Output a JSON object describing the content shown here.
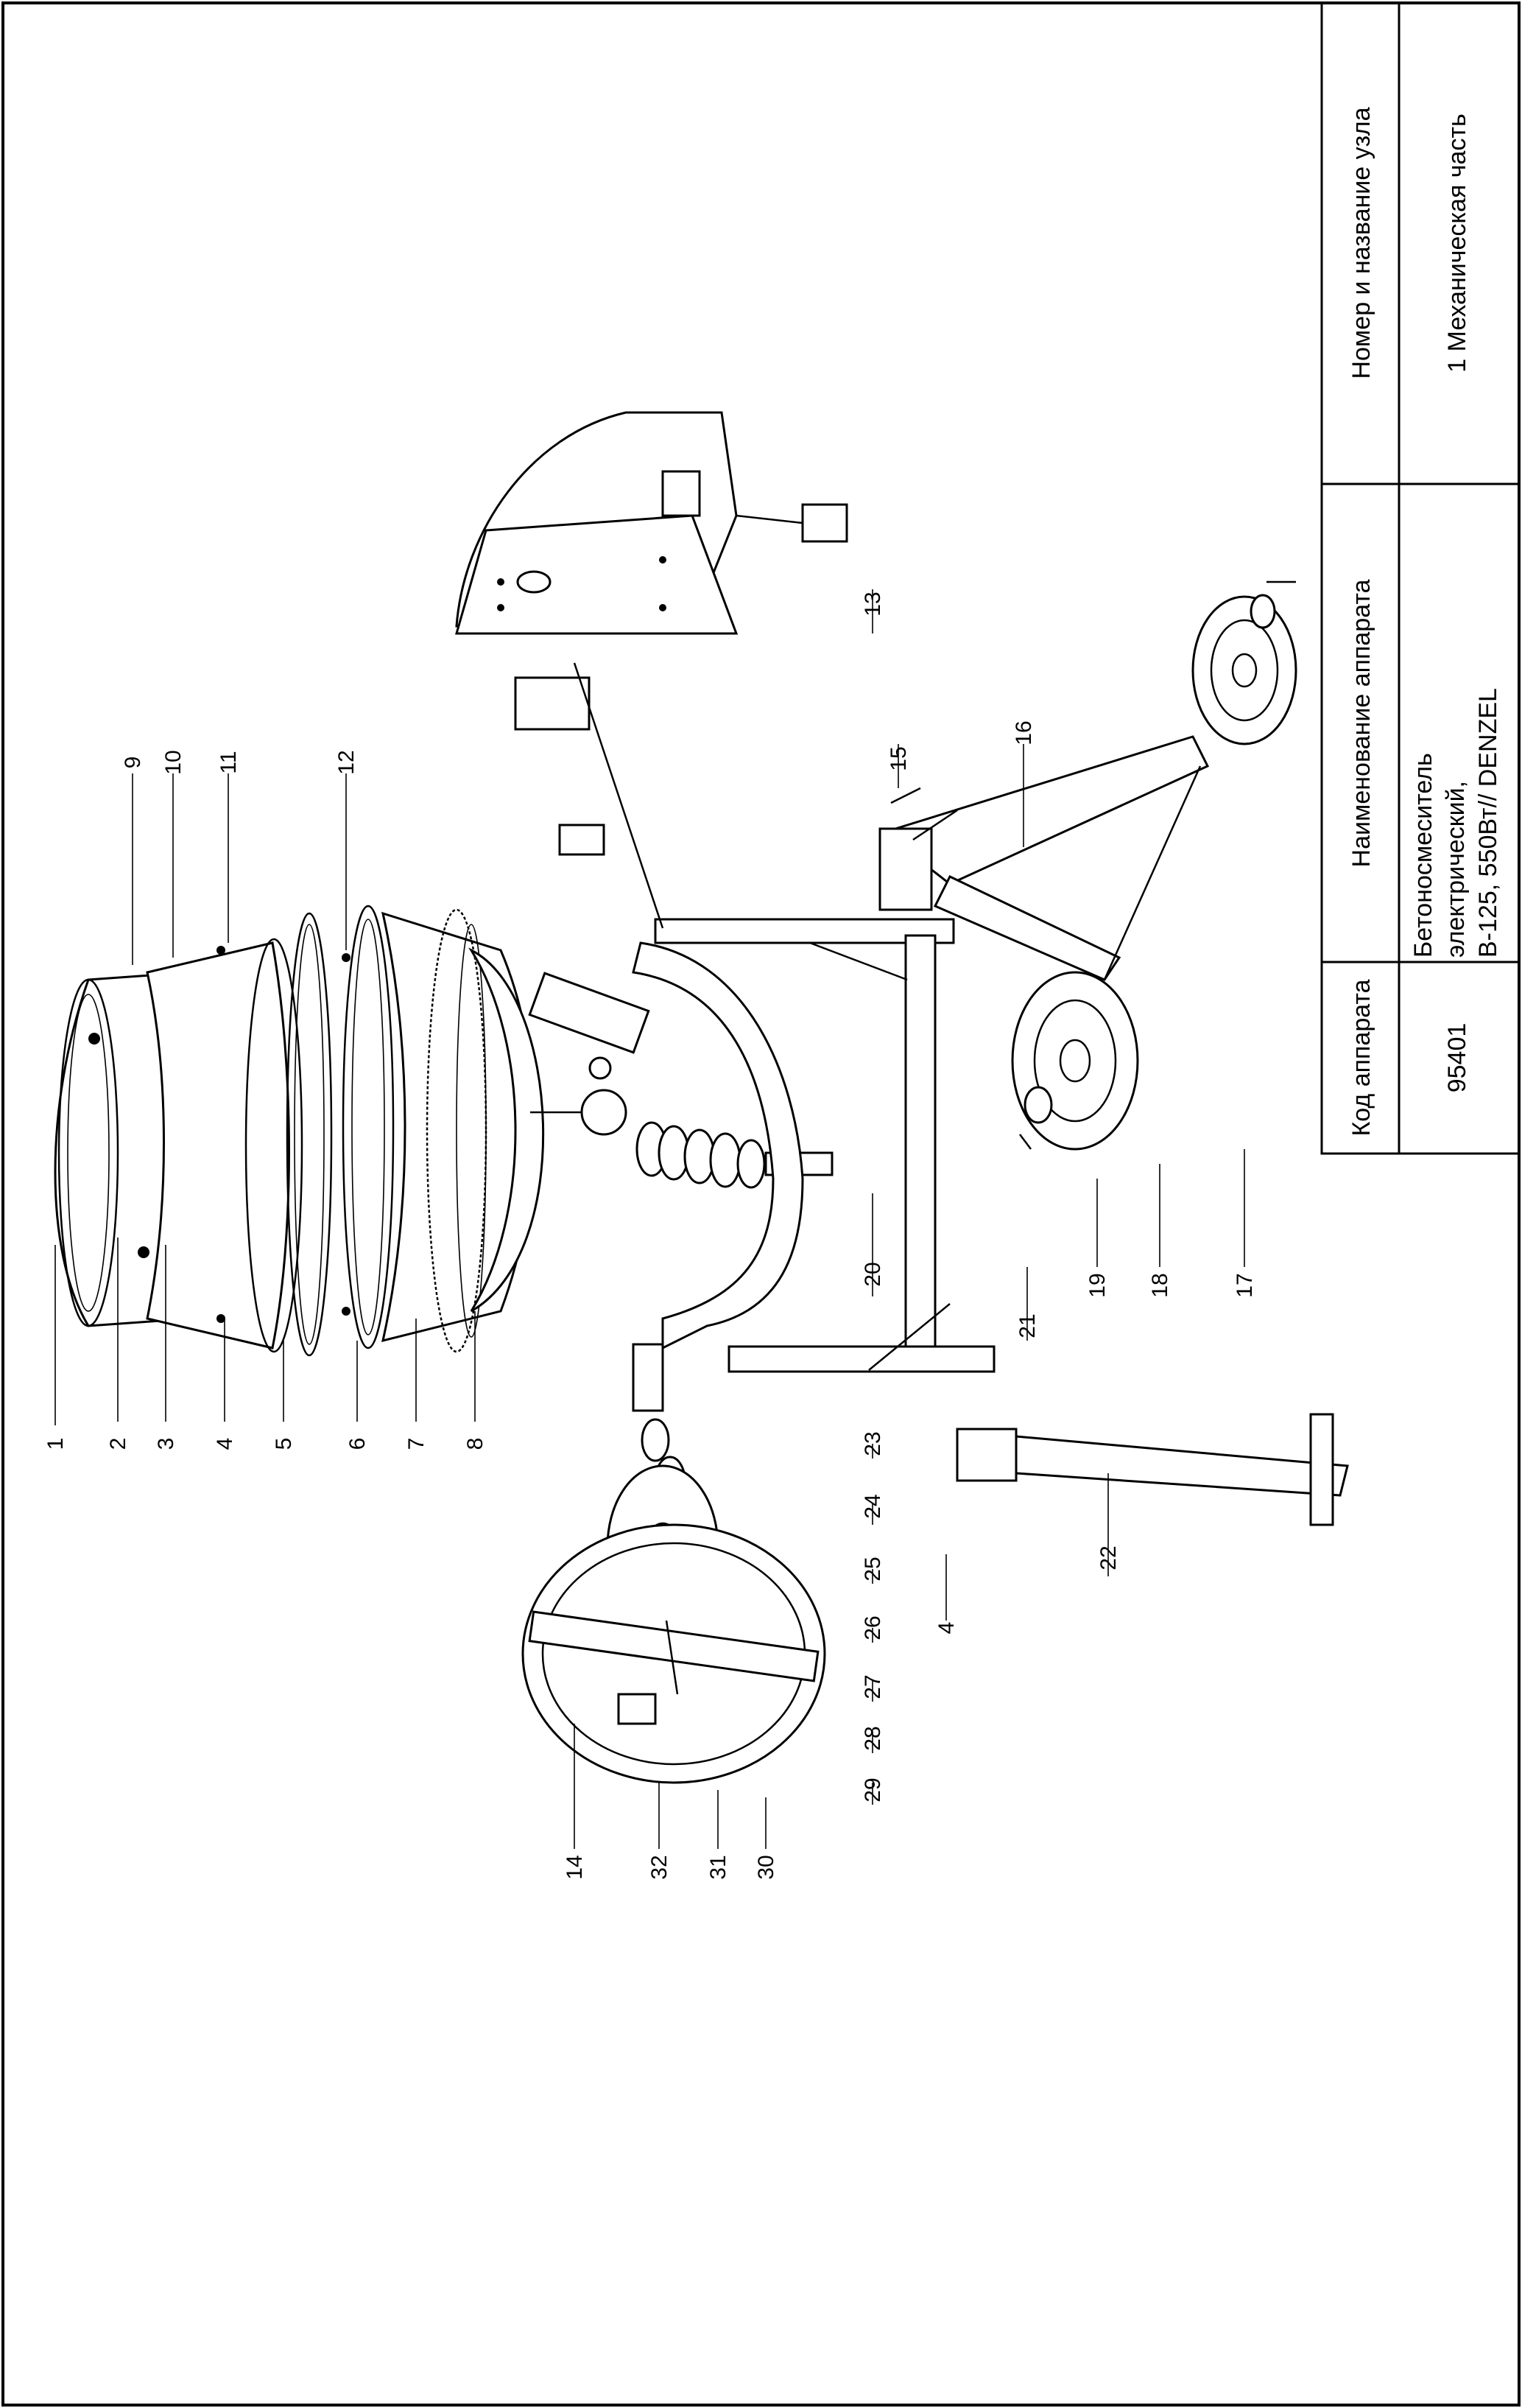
{
  "title_block": {
    "col1_header": "Код аппарата",
    "col1_value": "95401",
    "col2_header": "Наименование аппарата",
    "col2_value_lines": [
      "Бетоносмеситель",
      "электрический,",
      "B-125, 550Вт// DENZEL"
    ],
    "col3_header": "Номер и название узла",
    "col3_value": "1 Механическая часть"
  },
  "callouts": [
    {
      "label": "1"
    },
    {
      "label": "2"
    },
    {
      "label": "3"
    },
    {
      "label": "4"
    },
    {
      "label": "5"
    },
    {
      "label": "6"
    },
    {
      "label": "7"
    },
    {
      "label": "8"
    },
    {
      "label": "9"
    },
    {
      "label": "10"
    },
    {
      "label": "11"
    },
    {
      "label": "12"
    },
    {
      "label": "13"
    },
    {
      "label": "14"
    },
    {
      "label": "15"
    },
    {
      "label": "16"
    },
    {
      "label": "17"
    },
    {
      "label": "18"
    },
    {
      "label": "19"
    },
    {
      "label": "20"
    },
    {
      "label": "21"
    },
    {
      "label": "22"
    },
    {
      "label": "23"
    },
    {
      "label": "24"
    },
    {
      "label": "25"
    },
    {
      "label": "26"
    },
    {
      "label": "27"
    },
    {
      "label": "28"
    },
    {
      "label": "29"
    },
    {
      "label": "30"
    },
    {
      "label": "31"
    },
    {
      "label": "32"
    },
    {
      "label": "4"
    }
  ]
}
